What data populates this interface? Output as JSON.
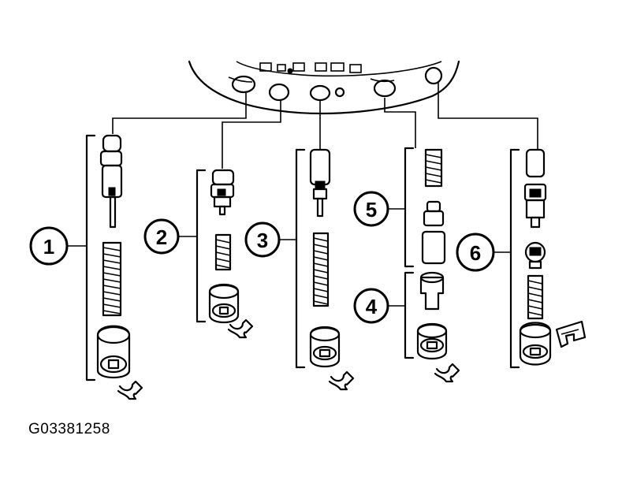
{
  "figure_id": "G03381258",
  "callouts": [
    "1",
    "2",
    "3",
    "4",
    "5",
    "6"
  ]
}
